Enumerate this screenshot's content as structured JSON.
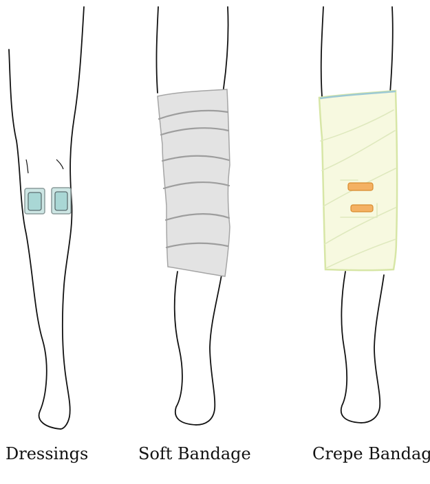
{
  "figure": {
    "panels": [
      {
        "id": "dressings",
        "caption": "Dressings"
      },
      {
        "id": "soft-bandage",
        "caption": "Soft Bandage"
      },
      {
        "id": "crepe-bandage",
        "caption": "Crepe Bandage"
      }
    ]
  },
  "colors": {
    "outline": "#111111",
    "dressing_fill": "#bfe0e0",
    "dressing_border": "#8a9a9a",
    "soft_bandage_fill": "#e3e3e3",
    "soft_bandage_line": "#9d9d9d",
    "crepe_fill": "#f7f9e0",
    "crepe_border": "#d7e6a6",
    "crepe_top": "#9cc9d4",
    "clip_fill": "#f4b163",
    "clip_border": "#d88a2e"
  }
}
